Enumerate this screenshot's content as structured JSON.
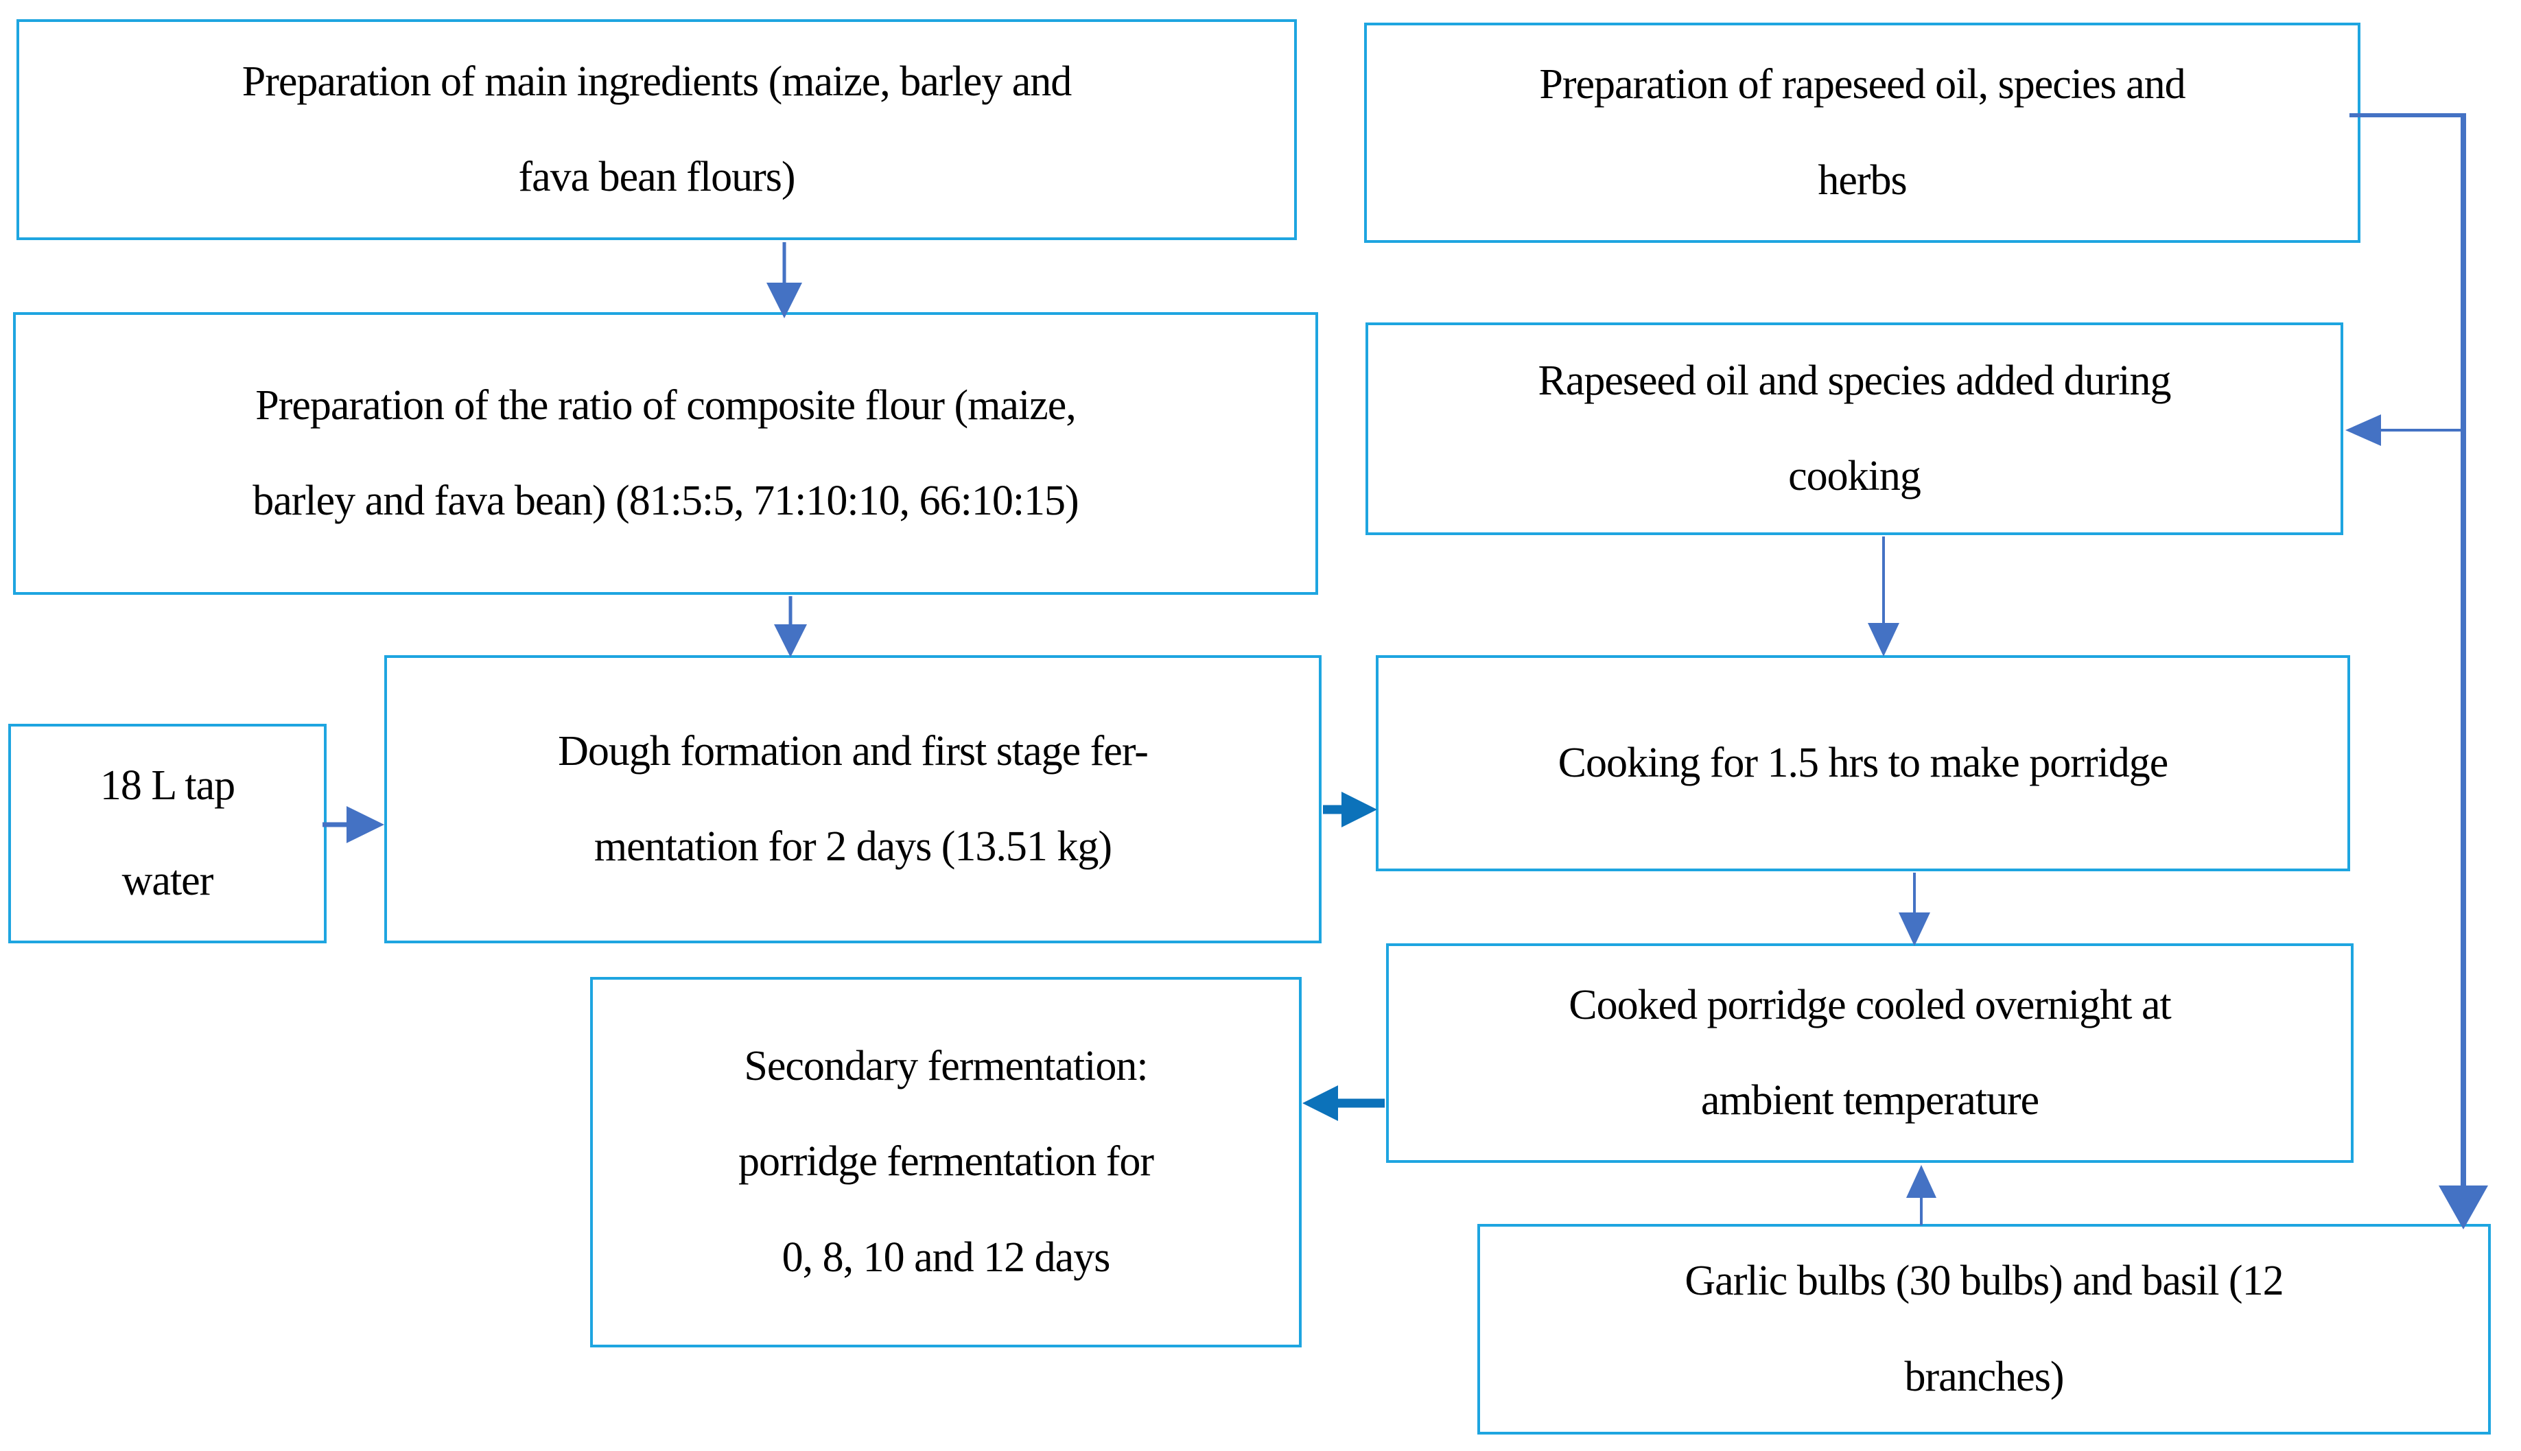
{
  "colors": {
    "box_border": "#1EA5E0",
    "arrow_primary": "#4472C4",
    "arrow_accent": "#0C72BA",
    "text": "#000000",
    "background": "#FFFFFF"
  },
  "boxes": [
    {
      "id": "prep-main-ingredients",
      "lines": [
        "Preparation of main ingredients (maize, barley and",
        "fava bean flours)"
      ]
    },
    {
      "id": "prep-rapeseed-oil",
      "lines": [
        "Preparation of rapeseed oil, species and",
        "herbs"
      ]
    },
    {
      "id": "prep-composite-ratio",
      "lines": [
        "Preparation of the ratio of composite flour (maize,",
        "barley and fava bean) (81:5:5, 71:10:10, 66:10:15)"
      ]
    },
    {
      "id": "rapeseed-added-during-cooking",
      "lines": [
        "Rapeseed oil and species added during",
        "cooking"
      ]
    },
    {
      "id": "tap-water",
      "lines": [
        "18 L tap",
        "water"
      ]
    },
    {
      "id": "dough-formation",
      "lines": [
        "Dough formation and first stage fer-",
        "mentation for 2 days (13.51 kg)"
      ]
    },
    {
      "id": "cooking-porridge",
      "lines": [
        "Cooking for 1.5 hrs to make porridge"
      ]
    },
    {
      "id": "cooled-overnight",
      "lines": [
        "Cooked porridge cooled overnight at",
        "ambient temperature"
      ]
    },
    {
      "id": "secondary-fermentation",
      "lines": [
        "Secondary fermentation:",
        "porridge fermentation for",
        "0, 8, 10 and 12 days"
      ]
    },
    {
      "id": "garlic-basil",
      "lines": [
        "Garlic bulbs (30 bulbs) and basil (12",
        "branches)"
      ]
    }
  ]
}
